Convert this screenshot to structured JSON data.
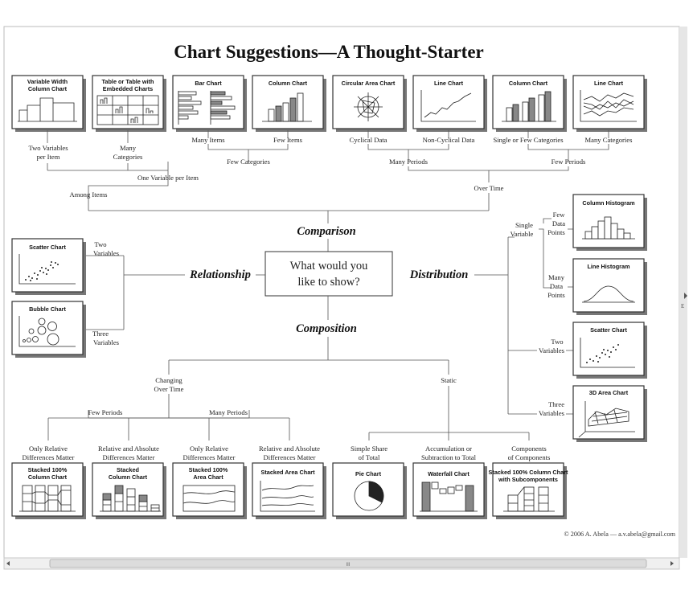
{
  "title": "Chart Suggestions—A Thought-Starter",
  "center": {
    "line1": "What would you",
    "line2": "like to show?"
  },
  "categories": {
    "comparison": "Comparison",
    "relationship": "Relationship",
    "distribution": "Distribution",
    "composition": "Composition"
  },
  "comparison_labels": {
    "two_vars_1": "Two Variables",
    "two_vars_2": "per Item",
    "many_cat_1": "Many",
    "many_cat_2": "Categories",
    "many_items": "Many Items",
    "few_items": "Few Items",
    "cyclical": "Cyclical Data",
    "noncyclical": "Non-Cyclical Data",
    "single_few": "Single or Few Categories",
    "many_categories": "Many Categories",
    "few_categories": "Few Categories",
    "many_periods": "Many Periods",
    "few_periods": "Few Periods",
    "one_var": "One Variable per Item",
    "among_items": "Among Items",
    "over_time": "Over Time"
  },
  "relationship_labels": {
    "two_1": "Two",
    "two_2": "Variables",
    "three_1": "Three",
    "three_2": "Variables"
  },
  "distribution_labels": {
    "single_1": "Single",
    "single_2": "Variable",
    "few_1": "Few",
    "few_2": "Data",
    "few_3": "Points",
    "many_1": "Many",
    "many_2": "Data",
    "many_3": "Points",
    "two_1": "Two",
    "two_2": "Variables",
    "three_1": "Three",
    "three_2": "Variables"
  },
  "composition_labels": {
    "changing_1": "Changing",
    "changing_2": "Over Time",
    "static": "Static",
    "few_periods": "Few Periods",
    "many_periods": "Many Periods",
    "rel1_1": "Only Relative",
    "rel1_2": "Differences Matter",
    "abs1_1": "Relative and Absolute",
    "abs1_2": "Differences Matter",
    "rel2_1": "Only Relative",
    "rel2_2": "Differences Matter",
    "abs2_1": "Relative and Absolute",
    "abs2_2": "Differences Matter",
    "share_1": "Simple Share",
    "share_2": "of Total",
    "accum_1": "Accumulation or",
    "accum_2": "Subtraction to Total",
    "comp_1": "Components",
    "comp_2": "of Components"
  },
  "chart_titles": {
    "variable_width_1": "Variable Width",
    "variable_width_2": "Column Chart",
    "table_1": "Table or Table with",
    "table_2": "Embedded Charts",
    "bar": "Bar Chart",
    "column": "Column Chart",
    "circular_area": "Circular Area Chart",
    "line": "Line Chart",
    "column2": "Column Chart",
    "line2": "Line Chart",
    "scatter": "Scatter Chart",
    "bubble": "Bubble Chart",
    "col_histogram": "Column Histogram",
    "line_histogram": "Line Histogram",
    "scatter2": "Scatter Chart",
    "area3d": "3D Area Chart",
    "stacked100_1": "Stacked 100%",
    "stacked100_2": "Column Chart",
    "stacked_col_1": "Stacked",
    "stacked_col_2": "Column Chart",
    "stacked100area_1": "Stacked 100%",
    "stacked100area_2": "Area Chart",
    "stacked_area": "Stacked Area Chart",
    "pie": "Pie Chart",
    "waterfall": "Waterfall Chart",
    "stacked100sub_1": "Stacked 100% Column Chart",
    "stacked100sub_2": "with Subcomponents"
  },
  "copyright": "© 2006  A. Abela — a.v.abela@gmail.com",
  "scrollbar": {
    "thumb_grip": "III"
  }
}
